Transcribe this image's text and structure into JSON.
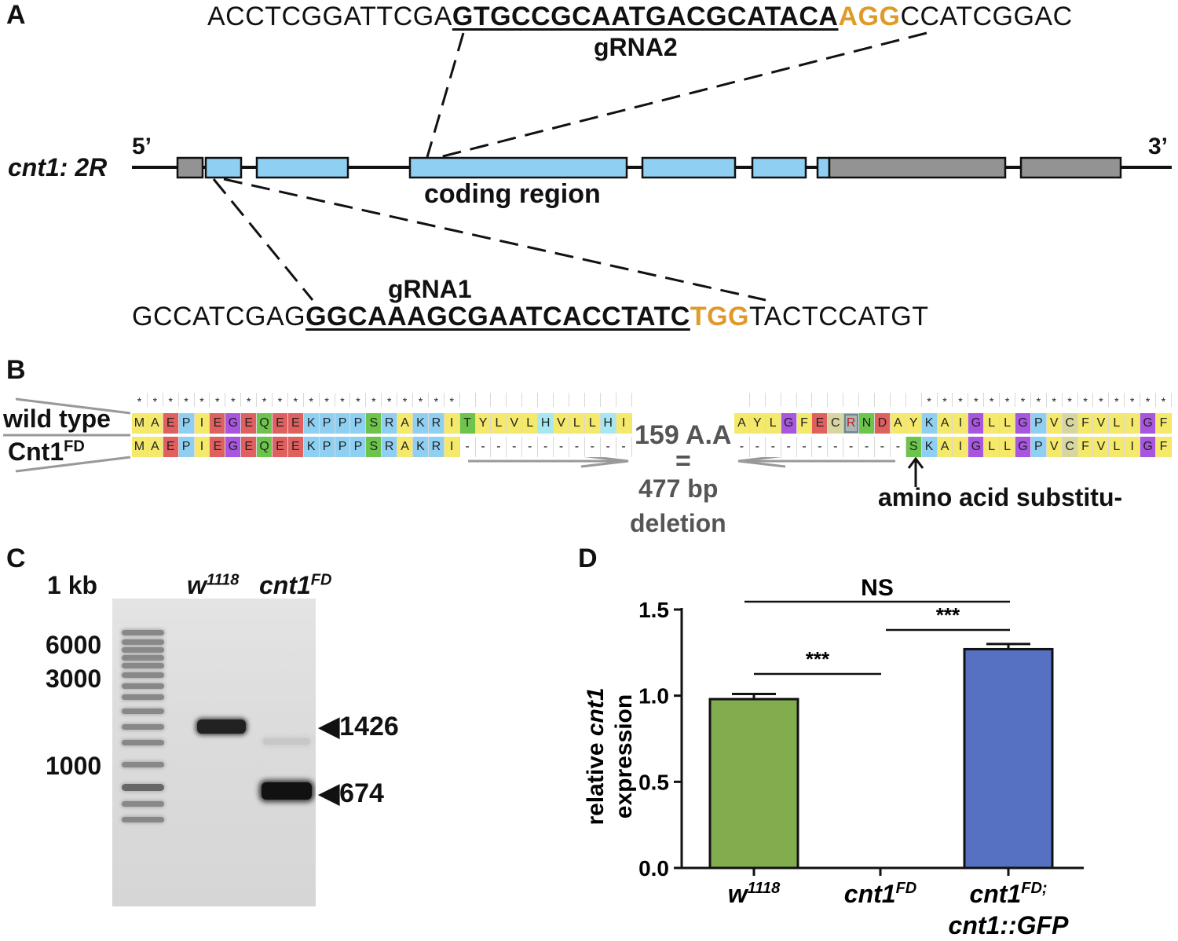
{
  "panels": {
    "a": "A",
    "b": "B",
    "c": "C",
    "d": "D"
  },
  "panel_a": {
    "gene_label": "cnt1: 2R",
    "five_prime": "5’",
    "three_prime": "3’",
    "region_label": "coding region",
    "grna2": {
      "pre": "ACCTCGGATTCGA",
      "guide": "GTGCCGCAATGACGCATACA",
      "pam": "AGG",
      "post": "CCATCGGAC",
      "name": "gRNA2"
    },
    "grna1": {
      "pre": "GCCATCGAG",
      "guide": "GGCAAAGCGAATCACCTATC",
      "pam": "TGG",
      "post": "TACTCCATGT",
      "name": "gRNA1"
    },
    "colors": {
      "exon_coding": "#8fd0f2",
      "exon_utr": "#939393",
      "pam": "#e09a2a"
    }
  },
  "panel_b": {
    "row_wt": "wild type",
    "row_mut_base": "Cnt1",
    "row_mut_sup": "FD",
    "wt_left": "MAEPIEGEQEEKPPPSRAKRITYLVLHVLLHI",
    "mut_left": "MAEPIEGEQEEKPPPSRAKRI",
    "wt_right": "AYLGFECRNDAYKAIGLLGPVCFVLIGF",
    "mut_right": "SKAIGLLGPVCFVLIGF",
    "deletion_line1": "159 A.A",
    "deletion_eq": "=",
    "deletion_line2": "477 bp",
    "deletion_line3": "deletion",
    "substitution": "amino acid substitu-"
  },
  "panel_c": {
    "ladder_title": "1 kb",
    "ladder_marks": [
      "6000",
      "3000",
      "1000"
    ],
    "lane1_base": "w",
    "lane1_sup": "1118",
    "lane2_base": "cnt1",
    "lane2_sup": "FD",
    "band1": "1426",
    "band2": "674"
  },
  "chart_data": {
    "type": "bar",
    "categories": [
      "w1118",
      "cnt1FD",
      "cnt1FD; cnt1::GFP"
    ],
    "values": [
      0.98,
      0.0,
      1.27
    ],
    "errors": [
      0.03,
      0.0,
      0.03
    ],
    "colors": [
      "#82ad4e",
      "#ffffff",
      "#5670c2"
    ],
    "ylabel_pre": "relative ",
    "ylabel_gene": "cnt1",
    "ylabel_post": "expression",
    "ylim": [
      0,
      1.5
    ],
    "yticks": [
      "0.0",
      "0.5",
      "1.0",
      "1.5"
    ],
    "xticks": [
      {
        "base": "w",
        "sup": "1118",
        "line2": ""
      },
      {
        "base": "cnt1",
        "sup": "FD",
        "line2": ""
      },
      {
        "base": "cnt1",
        "sup": "FD;",
        "line2": "cnt1::GFP"
      }
    ],
    "significance": [
      {
        "pair": [
          0,
          2
        ],
        "label": "NS"
      },
      {
        "pair": [
          0,
          1
        ],
        "label": "***"
      },
      {
        "pair": [
          1,
          2
        ],
        "label": "***"
      }
    ]
  }
}
